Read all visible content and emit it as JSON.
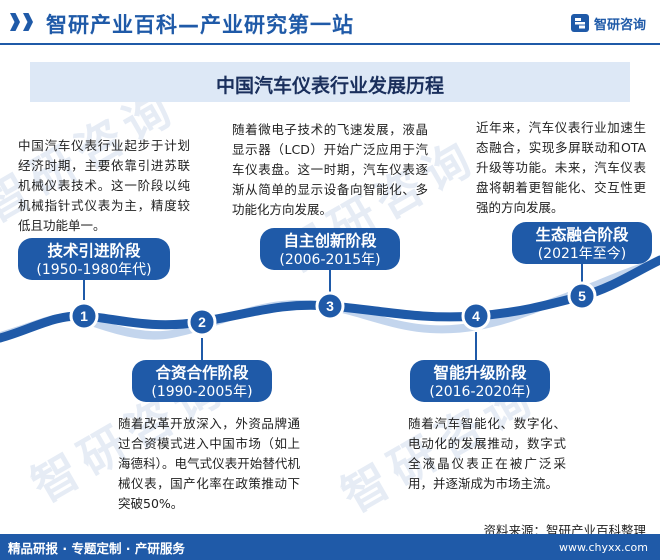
{
  "header": {
    "title": "智研产业百科—产业研究第一站",
    "logo_text": "智研咨询"
  },
  "watermark_text": "智研咨询",
  "main_title": "中国汽车仪表行业发展历程",
  "stages": [
    {
      "number": "1",
      "name": "技术引进阶段",
      "period": "(1950-1980年代)",
      "description": "中国汽车仪表行业起步于计划经济时期，主要依靠引进苏联机械仪表技术。这一阶段以纯机械指针式仪表为主，精度较低且功能单一。"
    },
    {
      "number": "2",
      "name": "合资合作阶段",
      "period": "(1990-2005年)",
      "description": "随着改革开放深入，外资品牌通过合资模式进入中国市场（如上海德科）。电气式仪表开始替代机械仪表，国产化率在政策推动下突破50%。"
    },
    {
      "number": "3",
      "name": "自主创新阶段",
      "period": "(2006-2015年)",
      "description": "随着微电子技术的飞速发展，液晶显示器（LCD）开始广泛应用于汽车仪表盘。这一时期，汽车仪表逐渐从简单的显示设备向智能化、多功能化方向发展。"
    },
    {
      "number": "4",
      "name": "智能升级阶段",
      "period": "(2016-2020年)",
      "description": "随着汽车智能化、数字化、电动化的发展推动，数字式全液晶仪表正在被广泛采用，并逐渐成为市场主流。"
    },
    {
      "number": "5",
      "name": "生态融合阶段",
      "period": "(2021年至今)",
      "description": "近年来，汽车仪表行业加速生态融合，实现多屏联动和OTA升级等功能。未来，汽车仪表盘将朝着更智能化、交互性更强的方向发展。"
    }
  ],
  "footer": {
    "source": "资料来源：智研产业百科整理",
    "left": "精品研报 · 专题定制 · 产研服务",
    "url": "www.chyxx.com"
  },
  "colors": {
    "primary": "#1f5aa8",
    "title_bg": "#dde8f6",
    "wave_light": "#a9c3e6"
  }
}
